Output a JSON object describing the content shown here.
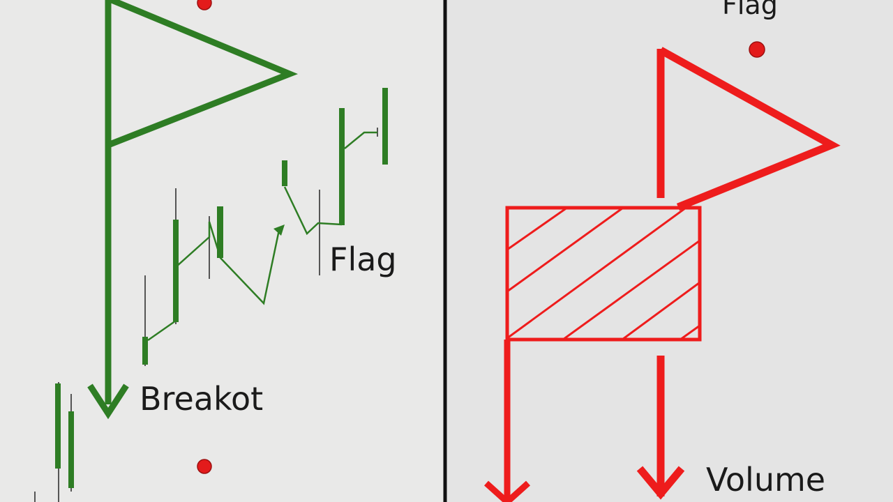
{
  "panels": {
    "left": {
      "labels": {
        "flag": "Flag",
        "breakout": "Breakot"
      },
      "color": "#2e7d24"
    },
    "right": {
      "labels": {
        "flag": "Flag",
        "volume": "Volume"
      },
      "color": "#ee1c1c"
    }
  },
  "colors": {
    "background": "#e6e6e6",
    "divider": "#111111",
    "dot": "#e31b1b",
    "text": "#1a1a1a"
  }
}
